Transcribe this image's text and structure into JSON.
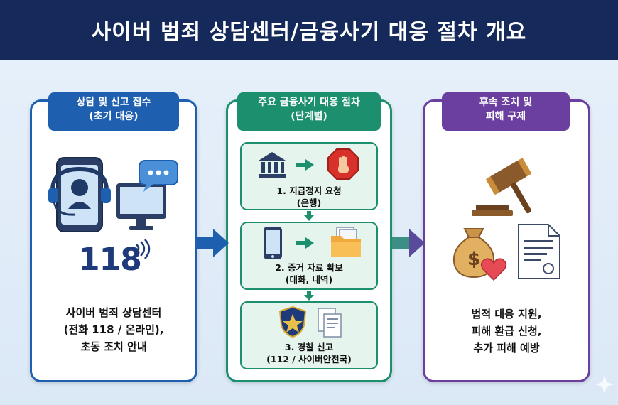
{
  "header": {
    "title": "사이버 범죄 상담센터/금융사기 대응 절차 개요"
  },
  "panels": {
    "consult": {
      "tab_line1": "상담 및 신고 접수",
      "tab_line2": "(초기 대응)",
      "number": "118",
      "desc_line1": "사이버 범죄 상담센터",
      "desc_line2": "(전화 118 / 온라인),",
      "desc_line3": "초동 조치 안내"
    },
    "procedure": {
      "tab_line1": "주요 금융사기 대응 절차",
      "tab_line2": "(단계별)",
      "steps": [
        {
          "line1": "1. 지급정지 요청",
          "line2": "(은행)"
        },
        {
          "line1": "2. 증거 자료 확보",
          "line2": "(대화, 내역)"
        },
        {
          "line1": "3. 경찰 신고",
          "line2": "(112 / 사이버안전국)"
        }
      ]
    },
    "followup": {
      "tab_line1": "후속 조치 및",
      "tab_line2": "피해 구제",
      "desc_line1": "법적 대응 지원,",
      "desc_line2": "피해 환급 신청,",
      "desc_line3": "추가 피해 예방"
    }
  },
  "colors": {
    "header_bg": "#15295a",
    "blue": "#1f5fb0",
    "green": "#1c8f6e",
    "purple": "#6a3fa0"
  },
  "icons": {
    "consult": [
      "headset-phone-icon",
      "monitor-chat-icon",
      "signal-waves-icon"
    ],
    "steps": [
      "bank-icon",
      "stop-hand-icon",
      "smartphone-icon",
      "folder-documents-icon",
      "police-badge-icon",
      "documents-icon"
    ],
    "followup": [
      "gavel-icon",
      "money-bag-icon",
      "heart-icon",
      "certificate-icon"
    ]
  }
}
